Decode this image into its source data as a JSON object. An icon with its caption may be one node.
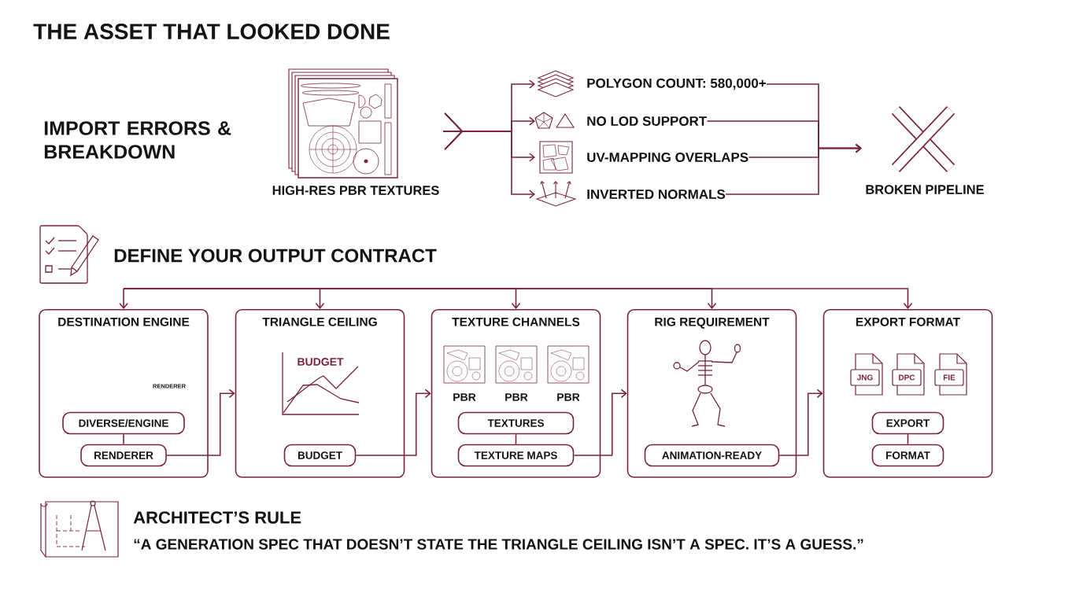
{
  "diagram": {
    "title": "THE ASSET THAT LOOKED DONE",
    "nodes": [
      {
        "text": [
          "HIGH-RES PBR TEXTURES"
        ]
      },
      {
        "text": [
          "POLYGON COUNT: 580,000+"
        ]
      },
      {
        "text": [
          "NO LOD SUPPORT"
        ]
      },
      {
        "text": [
          "UV-MAPPING OVERLAPS"
        ]
      },
      {
        "text": [
          "INVERTED NORMALS"
        ]
      },
      {
        "text": [
          "BROKEN PIPELINE"
        ]
      },
      {
        "text": [
          "DESTINATION ENGINE"
        ]
      },
      {
        "text": [
          "DIVERSE/ENGINE"
        ],
        "in": 6
      },
      {
        "text": [
          "RENDERER"
        ],
        "in": 6
      },
      {
        "text": [
          "TRIANGLE CEILING"
        ]
      },
      {
        "text": [
          "BUDGET"
        ],
        "in": 9
      },
      {
        "text": [
          "TEXTURE CHANNELS"
        ]
      },
      {
        "text": [
          "TEXTURES"
        ],
        "in": 11
      },
      {
        "text": [
          "TEXTURE MAPS"
        ],
        "in": 11
      },
      {
        "text": [
          "RIG REQUIREMENT"
        ]
      },
      {
        "text": [
          "ANIMATION-READY"
        ],
        "in": 14
      },
      {
        "text": [
          "EXPORT FORMAT"
        ]
      },
      {
        "text": [
          "EXPORT"
        ],
        "in": 16
      },
      {
        "text": [
          "FORMAT"
        ],
        "in": 16
      }
    ],
    "edges": [
      {
        "from": 0,
        "to": 1,
        "arrow": "to"
      },
      {
        "from": 0,
        "to": 2,
        "arrow": "to"
      },
      {
        "from": 0,
        "to": 3,
        "arrow": "to"
      },
      {
        "from": 0,
        "to": 4,
        "arrow": "to"
      },
      {
        "from": 1,
        "to": 5,
        "arrow": "to"
      },
      {
        "from": 2,
        "to": 5,
        "arrow": "to"
      },
      {
        "from": 3,
        "to": 5,
        "arrow": "to"
      },
      {
        "from": 4,
        "to": 5,
        "arrow": "to"
      },
      {
        "from": null,
        "to": 6,
        "arrow": "to"
      },
      {
        "from": null,
        "to": 9,
        "arrow": "to"
      },
      {
        "from": null,
        "to": 11,
        "arrow": "to"
      },
      {
        "from": null,
        "to": 14,
        "arrow": "to"
      },
      {
        "from": null,
        "to": 16,
        "arrow": "to"
      },
      {
        "from": 7,
        "to": 8,
        "arrow": "none"
      },
      {
        "from": 8,
        "to": 9,
        "arrow": "to"
      },
      {
        "from": 10,
        "to": 11,
        "arrow": "to"
      },
      {
        "from": 12,
        "to": 13,
        "arrow": "none"
      },
      {
        "from": 13,
        "to": 14,
        "arrow": "to"
      },
      {
        "from": 15,
        "to": 16,
        "arrow": "to"
      },
      {
        "from": 17,
        "to": 18,
        "arrow": "none"
      }
    ],
    "labels": [
      "IMPORT ERRORS & BREAKDOWN",
      "DEFINE YOUR OUTPUT CONTRACT",
      "RENDERER",
      "BUDGET",
      "PBR",
      "PBR",
      "PBR",
      "JNG",
      "DPC",
      "FIE",
      "ARCHITECT’S RULE",
      "“A GENERATION SPEC THAT DOESN’T STATE THE TRIANGLE CEILING ISN’T A SPEC. IT’S A GUESS.”"
    ]
  }
}
